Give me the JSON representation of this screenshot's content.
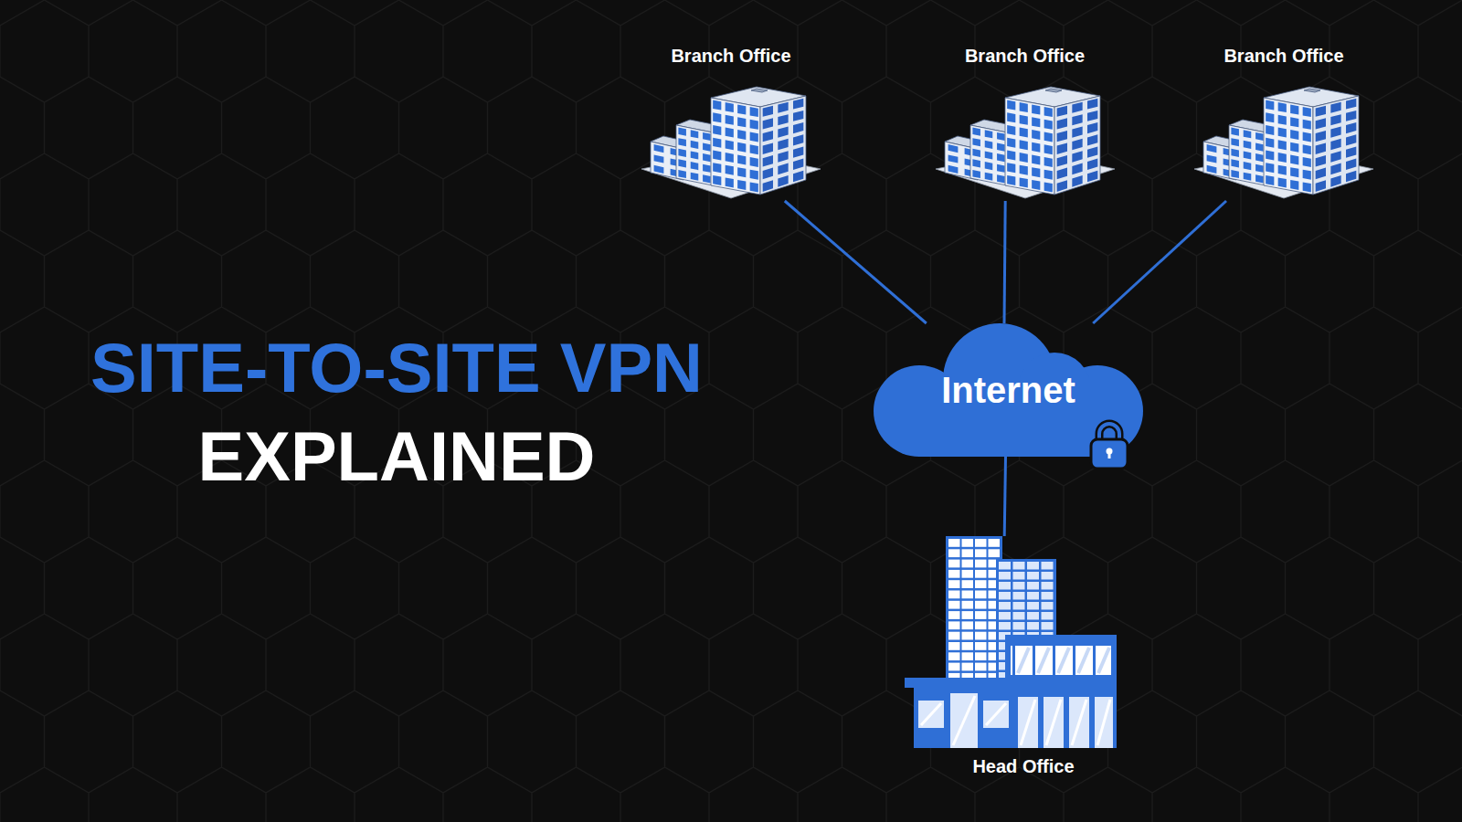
{
  "diagram": {
    "title": "SITE-TO-SITE VPN",
    "nodes": [
      {
        "text": [
          "Branch Office"
        ]
      },
      {
        "text": [
          "Branch Office"
        ]
      },
      {
        "text": [
          "Branch Office"
        ]
      },
      {
        "text": [
          "Internet"
        ]
      },
      {
        "text": [
          "Head Office"
        ]
      }
    ],
    "edges": [
      {
        "from": 0,
        "to": 3,
        "arrow": "none"
      },
      {
        "from": 1,
        "to": 3,
        "arrow": "none"
      },
      {
        "from": 2,
        "to": 3,
        "arrow": "none"
      },
      {
        "from": 3,
        "to": 4,
        "arrow": "none"
      }
    ],
    "labels": [
      "EXPLAINED"
    ]
  }
}
